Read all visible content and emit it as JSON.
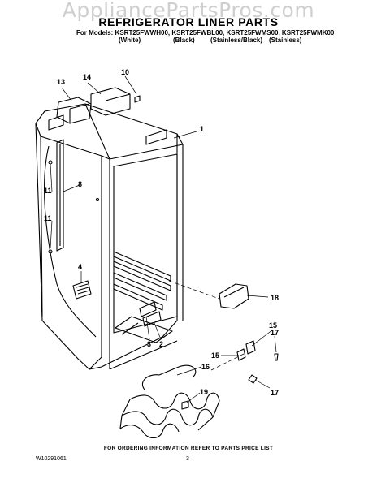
{
  "watermark": "AppliancePartsPros.com",
  "title": "REFRIGERATOR LINER PARTS",
  "models_line": "For Models: KSRT25FWWH00, KSRT25FWBL00, KSRT25FWMS00, KSRT25FWMK00",
  "color_labels": [
    "(White)",
    "(Black)",
    "(Stainless/Black)",
    "(Stainless)"
  ],
  "callouts": [
    "1",
    "2",
    "3",
    "4",
    "8",
    "10",
    "11",
    "11",
    "13",
    "14",
    "15",
    "15",
    "16",
    "17",
    "17",
    "18",
    "19"
  ],
  "footer_note": "FOR ORDERING INFORMATION REFER TO PARTS PRICE LIST",
  "doc_number": "W10291061",
  "page_number": "3"
}
